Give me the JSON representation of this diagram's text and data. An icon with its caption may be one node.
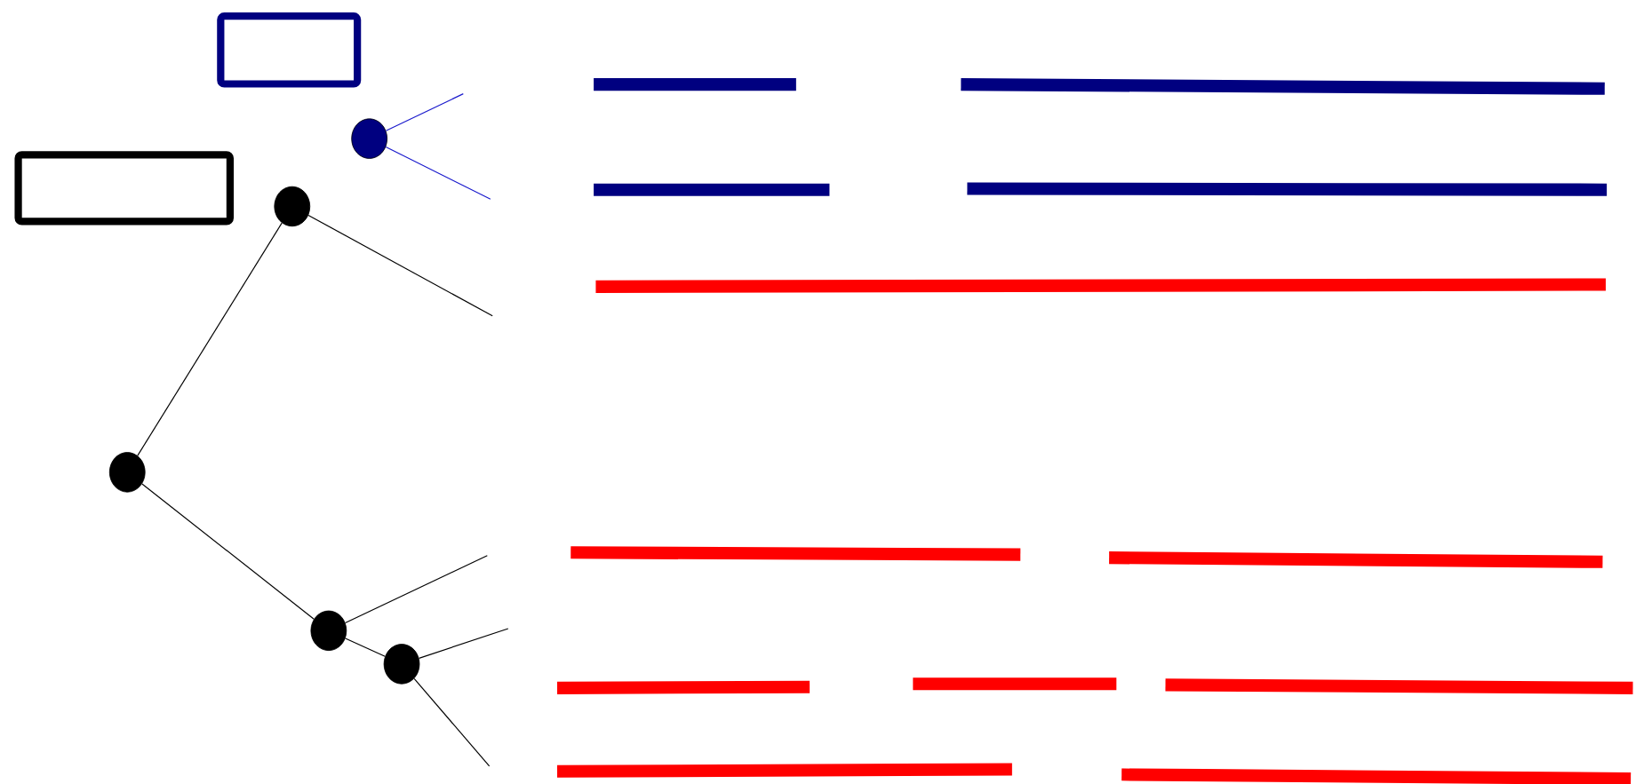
{
  "diagram": {
    "nodes": [
      {
        "text": [],
        "shape": "box"
      },
      {
        "text": [],
        "shape": "box"
      },
      {
        "text": [],
        "shape": "circle"
      },
      {
        "text": [],
        "shape": "circle"
      },
      {
        "text": [],
        "shape": "circle"
      },
      {
        "text": [],
        "shape": "circle"
      },
      {
        "text": [],
        "shape": "circle"
      },
      {
        "text": [],
        "shape": "bar"
      },
      {
        "text": [],
        "shape": "bar"
      },
      {
        "text": [],
        "shape": "bar"
      },
      {
        "text": [],
        "shape": "bar"
      },
      {
        "text": [],
        "shape": "bar"
      },
      {
        "text": [],
        "shape": "bar"
      },
      {
        "text": [],
        "shape": "bar"
      },
      {
        "text": [],
        "shape": "bar"
      },
      {
        "text": [],
        "shape": "bar"
      },
      {
        "text": [],
        "shape": "bar"
      },
      {
        "text": [],
        "shape": "bar"
      },
      {
        "text": [],
        "shape": "bar"
      }
    ],
    "edges": [
      {
        "from": 2,
        "to": 3,
        "arrow": "none"
      },
      {
        "from": 2,
        "to": 5,
        "arrow": "none"
      },
      {
        "from": 3,
        "to": null,
        "arrow": "none"
      },
      {
        "from": 4,
        "to": null,
        "arrow": "none",
        "color": "#1a1acc"
      },
      {
        "from": 4,
        "to": null,
        "arrow": "none",
        "color": "#1a1acc"
      },
      {
        "from": 5,
        "to": null,
        "arrow": "none"
      },
      {
        "from": 5,
        "to": 6,
        "arrow": "none"
      },
      {
        "from": 6,
        "to": null,
        "arrow": "none"
      },
      {
        "from": 6,
        "to": null,
        "arrow": "none"
      }
    ]
  }
}
